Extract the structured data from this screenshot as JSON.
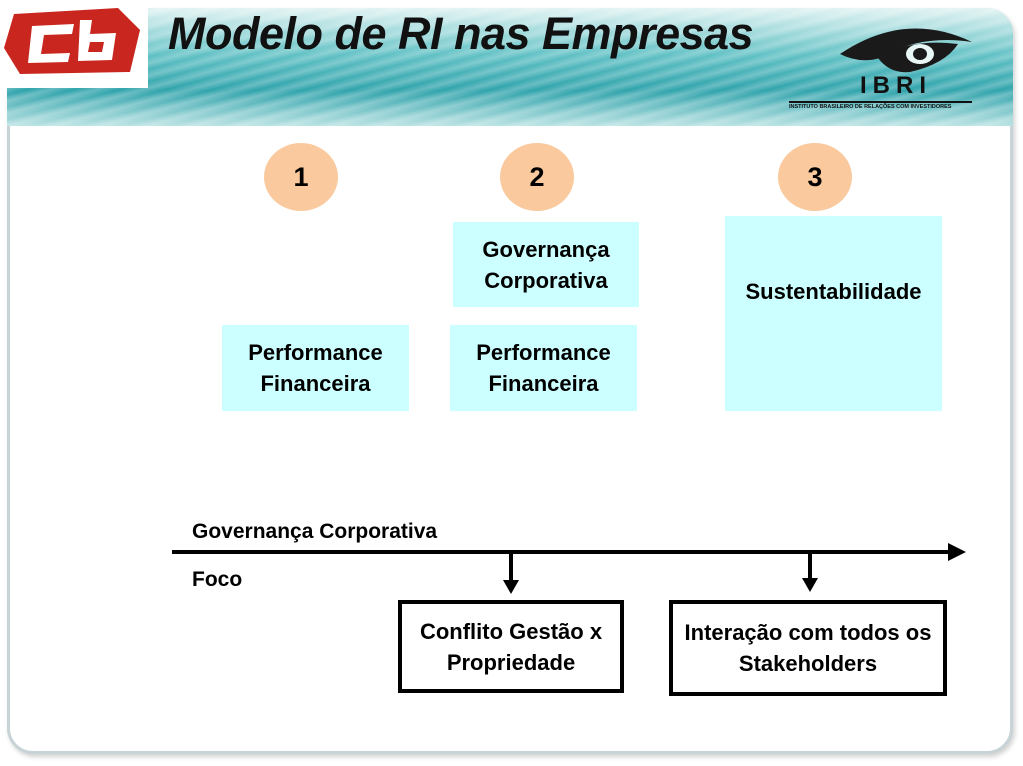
{
  "header": {
    "title": "Modelo de RI nas Empresas",
    "ibri_logo_text": "IBRI",
    "ibri_logo_subtitle": "INSTITUTO BRASILEIRO DE RELAÇÕES COM INVESTIDORES",
    "left_logo_icon": "ceb-logo",
    "colors": {
      "band": "#2fa3ab",
      "left_logo": "#c8261f"
    }
  },
  "models": [
    {
      "number": "1",
      "boxes": [
        "Performance Financeira"
      ]
    },
    {
      "number": "2",
      "boxes": [
        "Governança Corporativa",
        "Performance Financeira"
      ]
    },
    {
      "number": "3",
      "boxes": [
        "Sustentabilidade"
      ]
    }
  ],
  "timeline": {
    "top_label": "Governança Corporativa",
    "bottom_label": "Foco",
    "outcomes": [
      "Conflito Gestão x Propriedade",
      "Interação com todos os Stakeholders"
    ]
  },
  "colors": {
    "circle": "#fac99d",
    "box": "#ccffff",
    "line": "#000000"
  }
}
